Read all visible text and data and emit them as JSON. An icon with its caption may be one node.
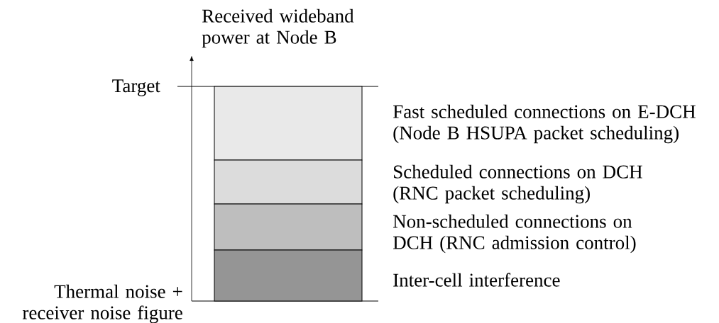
{
  "diagram": {
    "nodes": [
      {
        "text": [],
        "shape": "box",
        "beside": [
          "Fast scheduled connections on E-DCH (Node B HSUPA packet scheduling)"
        ]
      },
      {
        "text": [],
        "shape": "box",
        "beside": [
          "Scheduled connections on DCH (RNC packet scheduling)"
        ]
      },
      {
        "text": [],
        "shape": "box",
        "beside": [
          "Non-scheduled connections on DCH (RNC admission control)"
        ]
      },
      {
        "text": [],
        "shape": "box",
        "beside": [
          "Inter-cell interference"
        ]
      }
    ],
    "labels": [
      "Received wideband power at Node B",
      "Target",
      "Thermal noise + receiver noise figure"
    ]
  }
}
